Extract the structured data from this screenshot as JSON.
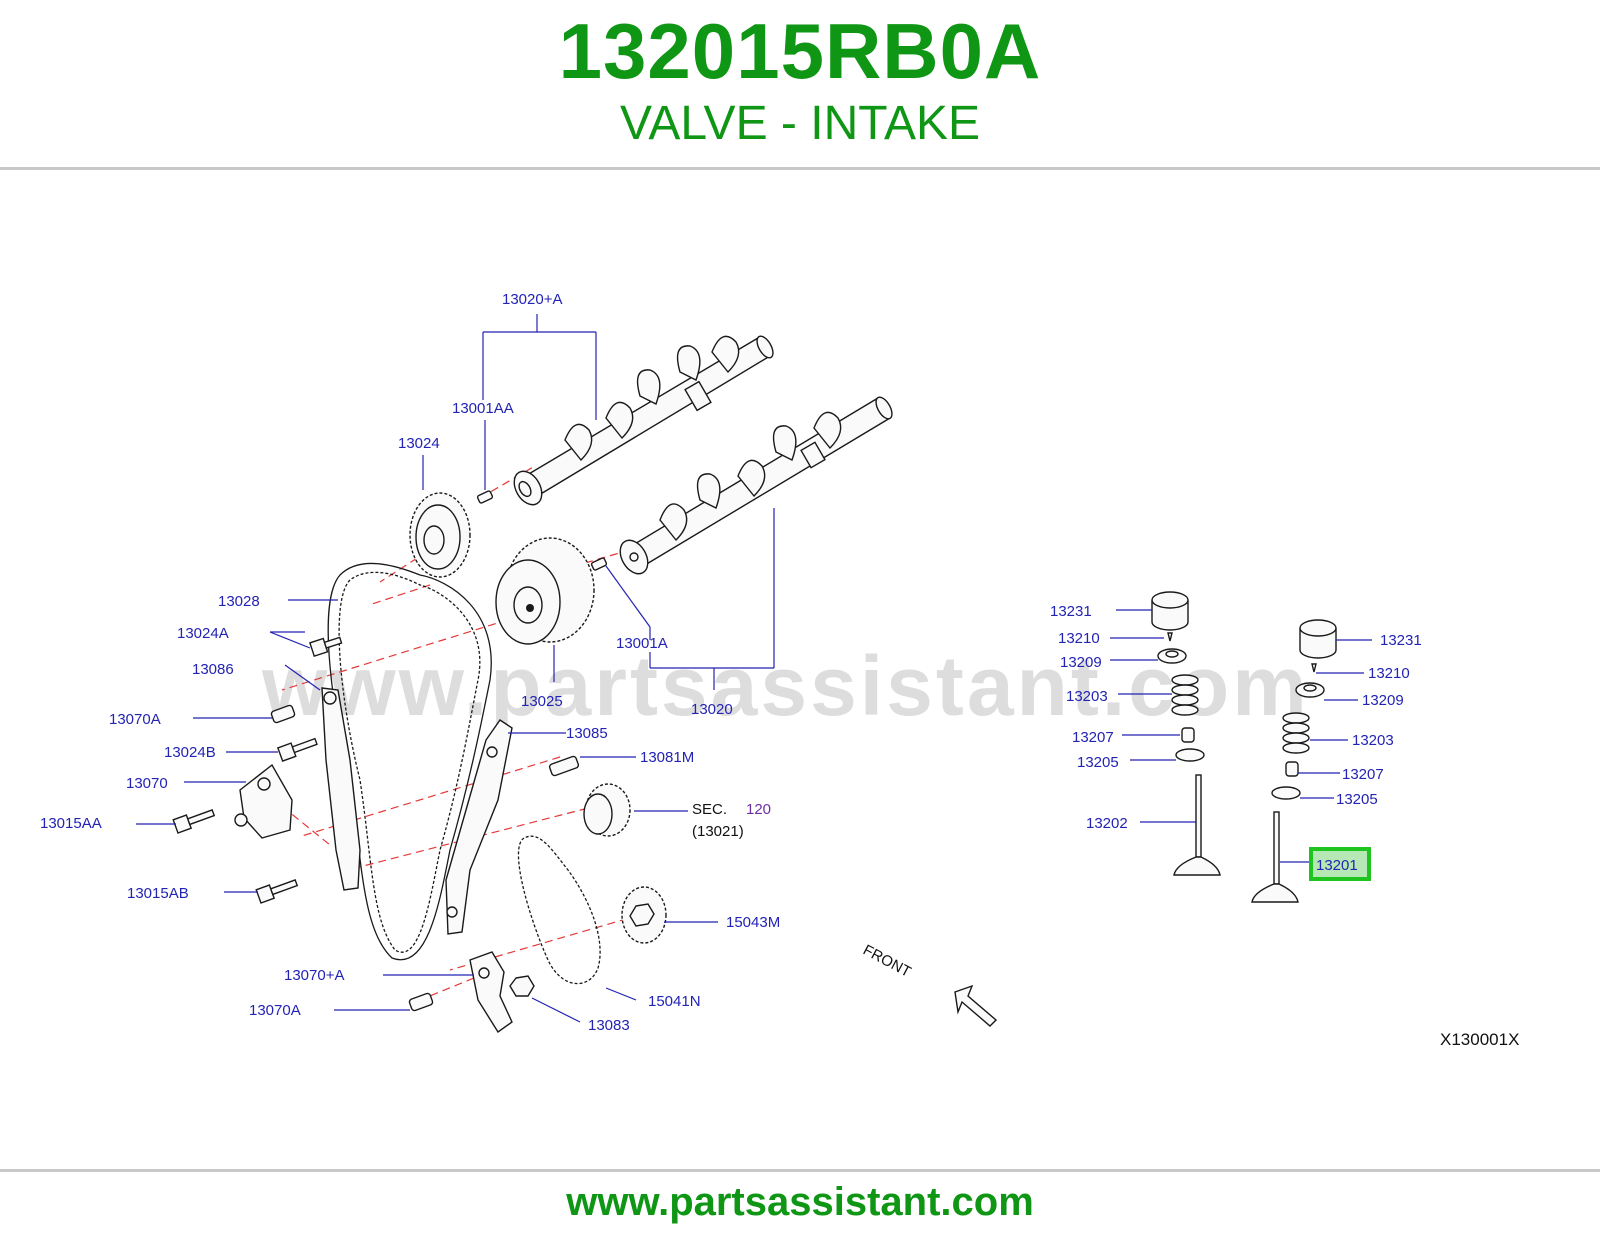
{
  "header": {
    "part_number": "132015RB0A",
    "part_name": "VALVE - INTAKE"
  },
  "watermark": "www.partsassistant.com",
  "footer": {
    "url": "www.partsassistant.com"
  },
  "diagram_code": "X130001X",
  "front_label": "FRONT",
  "sec_ref": {
    "prefix": "SEC.",
    "number": "120",
    "sub": "(13021)"
  },
  "highlight_color": "#1fc41f",
  "labels": {
    "l13020A": "13020+A",
    "l13001AA": "13001AA",
    "l13024": "13024",
    "l13028": "13028",
    "l13024A": "13024A",
    "l13086": "13086",
    "l13070A_1": "13070A",
    "l13024B": "13024B",
    "l13070": "13070",
    "l13015AA": "13015AA",
    "l13015AB": "13015AB",
    "l13070pA": "13070+A",
    "l13070A_2": "13070A",
    "l13025": "13025",
    "l13001A": "13001A",
    "l13020": "13020",
    "l13085": "13085",
    "l13081M": "13081M",
    "l15043M": "15043M",
    "l15041N": "15041N",
    "l13083": "13083",
    "l13231_L": "13231",
    "l13210_L": "13210",
    "l13209_L": "13209",
    "l13203_L": "13203",
    "l13207_L": "13207",
    "l13205_L": "13205",
    "l13202": "13202",
    "l13231_R": "13231",
    "l13210_R": "13210",
    "l13209_R": "13209",
    "l13203_R": "13203",
    "l13207_R": "13207",
    "l13205_R": "13205",
    "l13201": "13201"
  }
}
